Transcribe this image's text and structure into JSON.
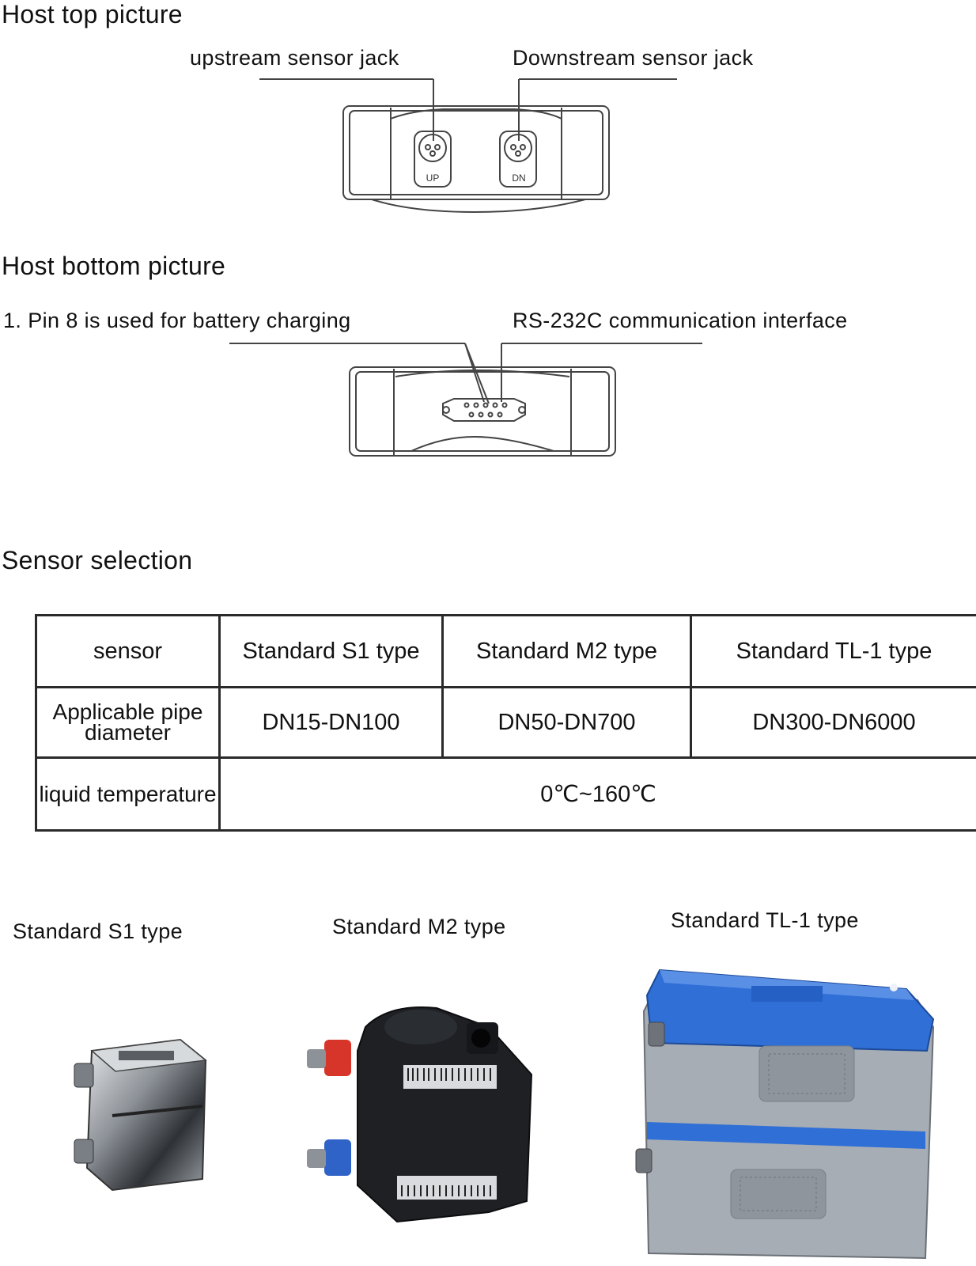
{
  "host_top": {
    "title": "Host top picture",
    "upstream_label": "upstream sensor jack",
    "downstream_label": "Downstream sensor jack",
    "up_port_text": "UP",
    "dn_port_text": "DN"
  },
  "host_bottom": {
    "title": "Host bottom picture",
    "charging_label": "1. Pin 8 is used for battery charging",
    "rs232_label": "RS-232C communication interface"
  },
  "sensor_selection": {
    "title": "Sensor selection",
    "header": [
      "sensor",
      "Standard S1 type",
      "Standard M2 type",
      "Standard TL-1 type"
    ],
    "pipe_label": "Applicable pipe diameter",
    "pipe_values": [
      "DN15-DN100",
      "DN50-DN700",
      "DN300-DN6000"
    ],
    "temp_label": "liquid temperature",
    "temp_value": "0℃~160℃"
  },
  "sensor_photos": {
    "s1_label": "Standard S1 type",
    "m2_label": "Standard M2 type",
    "tl1_label": "Standard TL-1 type"
  },
  "colors": {
    "tl1_cap": "#2f6fd6",
    "tl1_body": "#a7adb4",
    "m2_body": "#1e2024",
    "m2_red_ring": "#d8352a",
    "m2_blue_ring": "#2f63c7",
    "s1_steel": "#8d9298"
  }
}
